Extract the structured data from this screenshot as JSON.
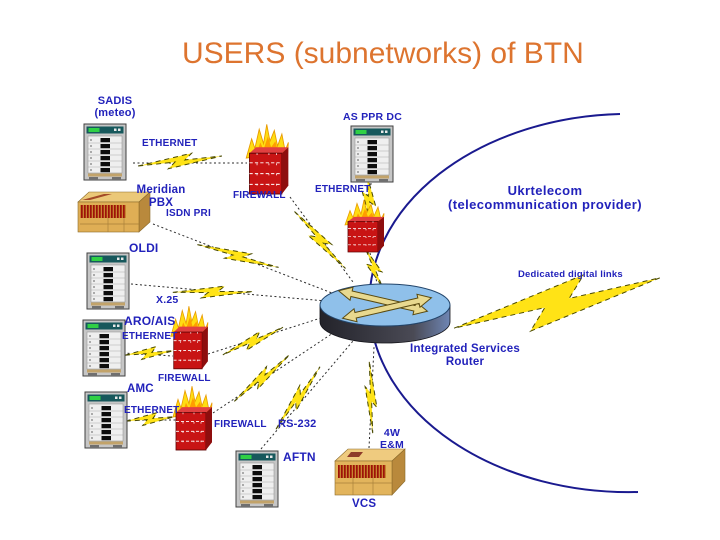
{
  "title": "USERS (subnetworks) of BTN",
  "colors": {
    "title": "#DD742F",
    "label": "#2222BB",
    "bolt_yellow": "#FFE316",
    "brick_red": "#C81414",
    "flame_orange": "#FF9E00",
    "router_top_blue": "#8FC0EA",
    "arc_navy": "#1A1A8F",
    "background": "#FFFFFF"
  },
  "nodes": {
    "sadis": {
      "name": "SADIS",
      "sub": "(meteo)",
      "type": "server"
    },
    "as_ppr_dc": {
      "name": "AS PPR DC",
      "type": "server"
    },
    "oldi": {
      "name": "OLDI",
      "type": "server"
    },
    "aro_ais": {
      "name": "ARO/AIS",
      "type": "server"
    },
    "amc": {
      "name": "AMC",
      "type": "server"
    },
    "aftn": {
      "name": "AFTN",
      "type": "server"
    },
    "pbx": {
      "name": "Meridian",
      "sub": "PBX",
      "type": "pbx"
    },
    "vcs": {
      "name": "VCS",
      "type": "voice-switch"
    },
    "router": {
      "name": "Integrated Services",
      "sub": "Router",
      "type": "router"
    },
    "ukrtelecom": {
      "name": "Ukrtelecom",
      "sub": "(telecommunication provider)",
      "type": "provider"
    }
  },
  "links": {
    "sadis_firewall": "ETHERNET",
    "firewall1": "FIREWALL",
    "pbx_router": "ISDN PRI",
    "asppr_firewall": "ETHERNET",
    "oldi_router": "X.25",
    "aro_firewall": "ETHERNET",
    "firewall3": "FIREWALL",
    "amc_firewall": "ETHERNET",
    "firewall4": "FIREWALL",
    "aftn_router": "RS-232",
    "vcs_router_line1": "4W",
    "vcs_router_line2": "E&M",
    "dedicated": "Dedicated digital links"
  }
}
